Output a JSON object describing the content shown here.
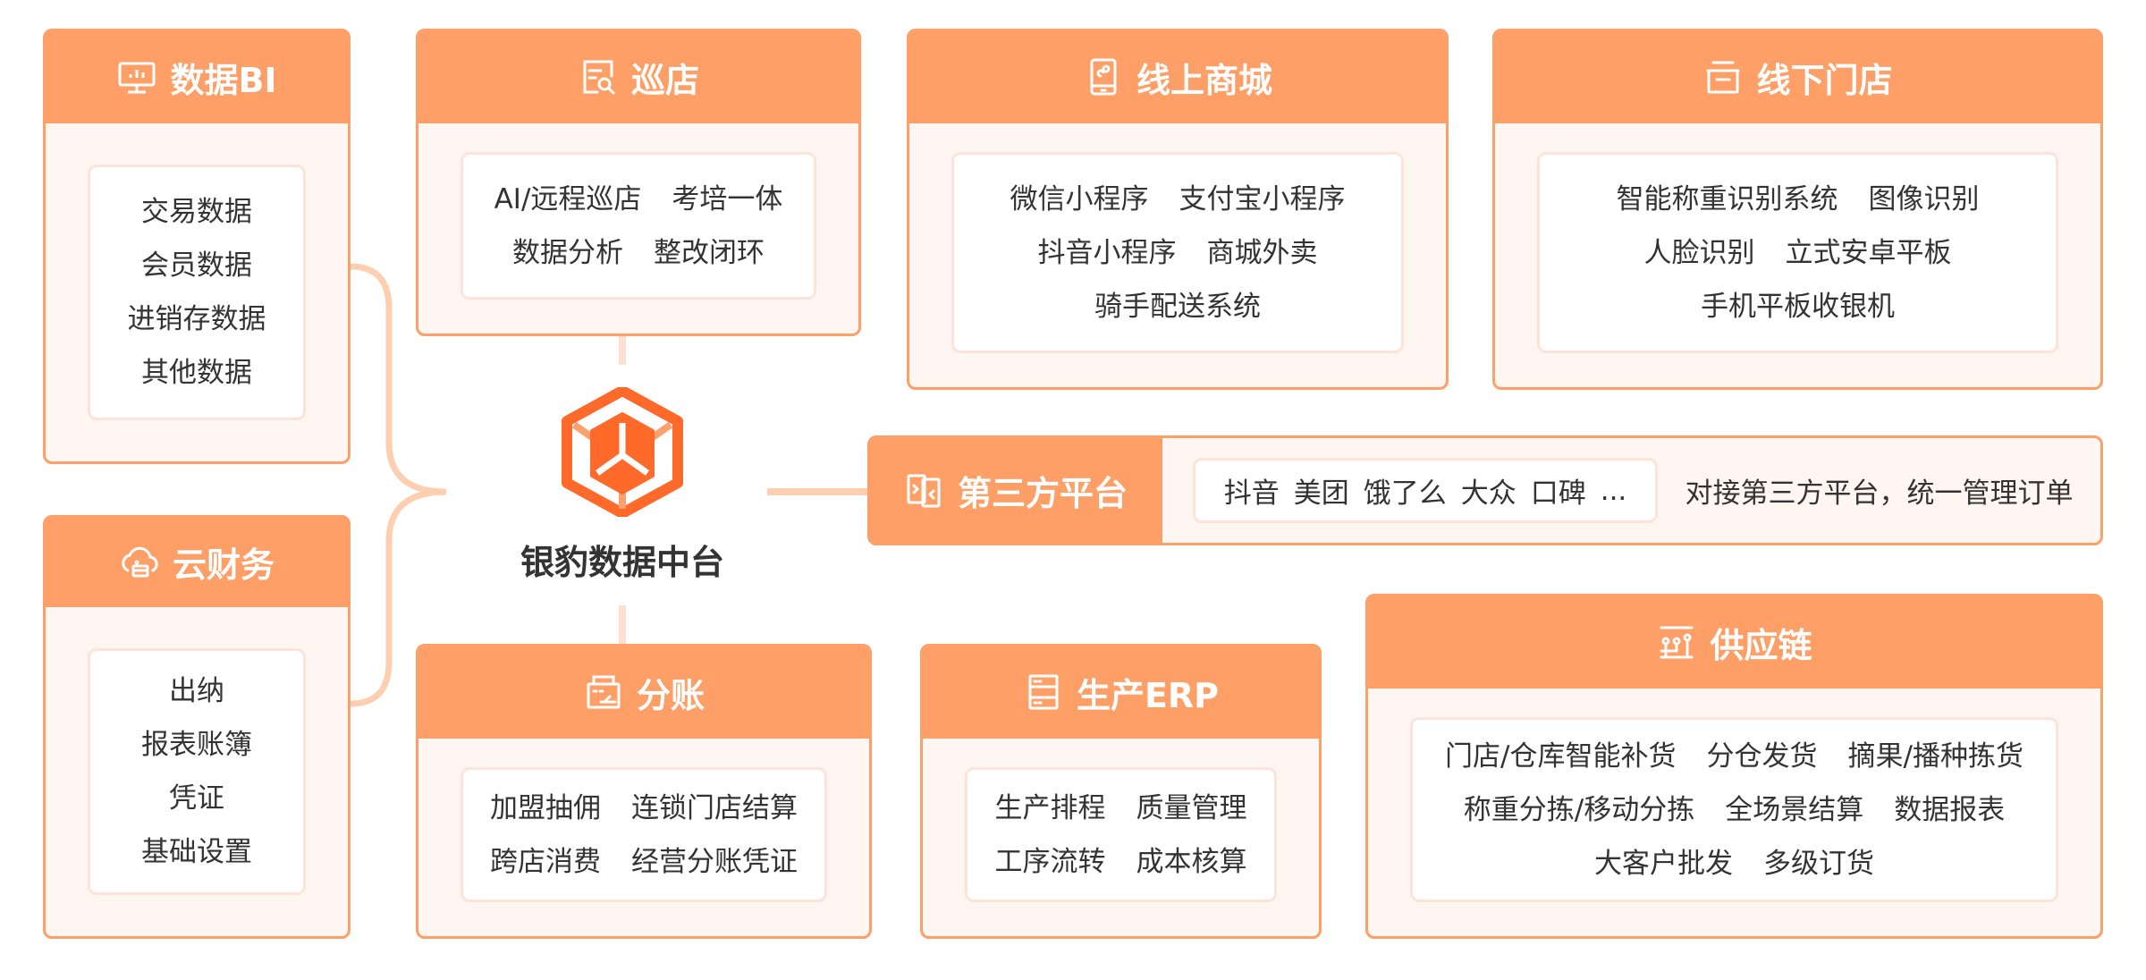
{
  "colors": {
    "accent": "#fd9f66",
    "accent_dark": "#ff6a2b",
    "card_bg": "#fff5f1",
    "inner_border": "#fde3d8",
    "connector": "#fdcfb0",
    "text": "#333333"
  },
  "center": {
    "title": "银豹数据中台",
    "icon": "hexagon-cube-logo-icon"
  },
  "modules": {
    "bi": {
      "title": "数据BI",
      "icon": "monitor-chart-icon",
      "lines": [
        [
          "交易数据"
        ],
        [
          "会员数据"
        ],
        [
          "进销存数据"
        ],
        [
          "其他数据"
        ]
      ]
    },
    "finance": {
      "title": "云财务",
      "icon": "cloud-server-icon",
      "lines": [
        [
          "出纳"
        ],
        [
          "报表账簿"
        ],
        [
          "凭证"
        ],
        [
          "基础设置"
        ]
      ]
    },
    "patrol": {
      "title": "巡店",
      "icon": "document-search-icon",
      "lines": [
        [
          "AI/远程巡店",
          "考培一体"
        ],
        [
          "数据分析",
          "整改闭环"
        ]
      ]
    },
    "online_mall": {
      "title": "线上商城",
      "icon": "mini-program-phone-icon",
      "lines": [
        [
          "微信小程序",
          "支付宝小程序"
        ],
        [
          "抖音小程序",
          "商城外卖"
        ],
        [
          "骑手配送系统"
        ]
      ]
    },
    "offline_store": {
      "title": "线下门店",
      "icon": "storefront-icon",
      "lines": [
        [
          "智能称重识别系统",
          "图像识别"
        ],
        [
          "人脸识别",
          "立式安卓平板"
        ],
        [
          "手机平板收银机"
        ]
      ]
    },
    "third_party": {
      "title": "第三方平台",
      "icon": "dual-screen-transfer-icon",
      "platforms": [
        "抖音",
        "美团",
        "饿了么",
        "大众",
        "口碑",
        "..."
      ],
      "description": "对接第三方平台，统一管理订单"
    },
    "split_account": {
      "title": "分账",
      "icon": "printer-receipt-icon",
      "lines": [
        [
          "加盟抽佣",
          "连锁门店结算"
        ],
        [
          "跨店消费",
          "经营分账凭证"
        ]
      ]
    },
    "erp": {
      "title": "生产ERP",
      "icon": "server-rack-icon",
      "lines": [
        [
          "生产排程",
          "质量管理"
        ],
        [
          "工序流转",
          "成本核算"
        ]
      ]
    },
    "supply_chain": {
      "title": "供应链",
      "icon": "supply-network-icon",
      "lines": [
        [
          "门店/仓库智能补货",
          "分仓发货",
          "摘果/播种拣货"
        ],
        [
          "称重分拣/移动分拣",
          "全场景结算",
          "数据报表"
        ],
        [
          "大客户批发",
          "多级订货"
        ]
      ]
    }
  }
}
